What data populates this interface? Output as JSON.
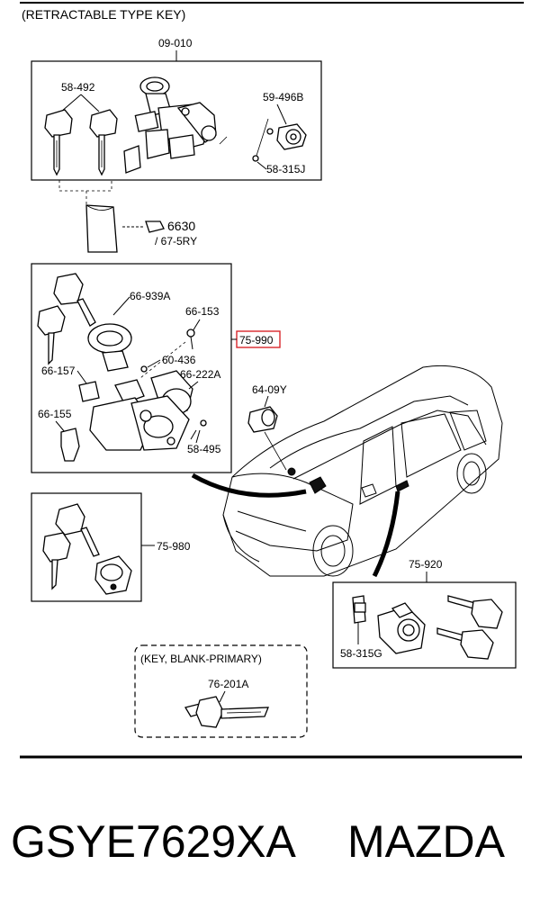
{
  "header": {
    "title": "(RETRACTABLE TYPE KEY)"
  },
  "callouts": {
    "c09010": "09-010",
    "c58492": "58-492",
    "c59496b": "59-496B",
    "c58315j": "58-315J",
    "c6630": "6630",
    "c675ry": "/ 67-5RY",
    "c66939a": "66-939A",
    "c66153": "66-153",
    "c75990": "75-990",
    "c60436": "60-436",
    "c66157": "66-157",
    "c66222a": "66-222A",
    "c66155": "66-155",
    "c58495": "58-495",
    "c6409y": "64-09Y",
    "c75980": "75-980",
    "c75920": "75-920",
    "c58315g": "58-315G",
    "c76201a": "76-201A"
  },
  "blank_key_box": {
    "title": "(KEY, BLANK-PRIMARY)"
  },
  "footer": {
    "part_number": "GSYE7629XA",
    "brand": "MAZDA"
  },
  "colors": {
    "highlight": "#d9262b",
    "ink": "#000000",
    "background": "#ffffff"
  }
}
